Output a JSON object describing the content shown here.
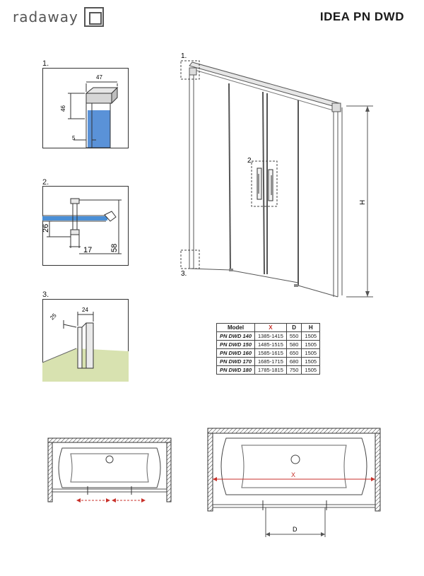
{
  "header": {
    "brand": "radaway",
    "product_title": "IDEA PN DWD"
  },
  "details": [
    {
      "label": "1.",
      "dims": [
        "47",
        "46",
        "5"
      ]
    },
    {
      "label": "2.",
      "dims": [
        "26",
        "17",
        "58"
      ]
    },
    {
      "label": "3.",
      "dims": [
        "25",
        "24"
      ]
    }
  ],
  "main": {
    "callouts": [
      "1.",
      "2.",
      "3."
    ],
    "height_label": "H"
  },
  "table": {
    "headers": [
      "Model",
      "X",
      "D",
      "H"
    ],
    "rows": [
      [
        "PN DWD 140",
        "1385-1415",
        "550",
        "1505"
      ],
      [
        "PN DWD 150",
        "1485-1515",
        "580",
        "1505"
      ],
      [
        "PN DWD 160",
        "1585-1615",
        "650",
        "1505"
      ],
      [
        "PN DWD 170",
        "1685-1715",
        "680",
        "1505"
      ],
      [
        "PN DWD 180",
        "1785-1815",
        "750",
        "1505"
      ]
    ]
  },
  "plan_right": {
    "x_label": "X",
    "d_label": "D"
  },
  "colors": {
    "accent_red": "#c8322b",
    "glass_blue": "#4a8fd6",
    "floor_green": "#d8e2b0"
  }
}
